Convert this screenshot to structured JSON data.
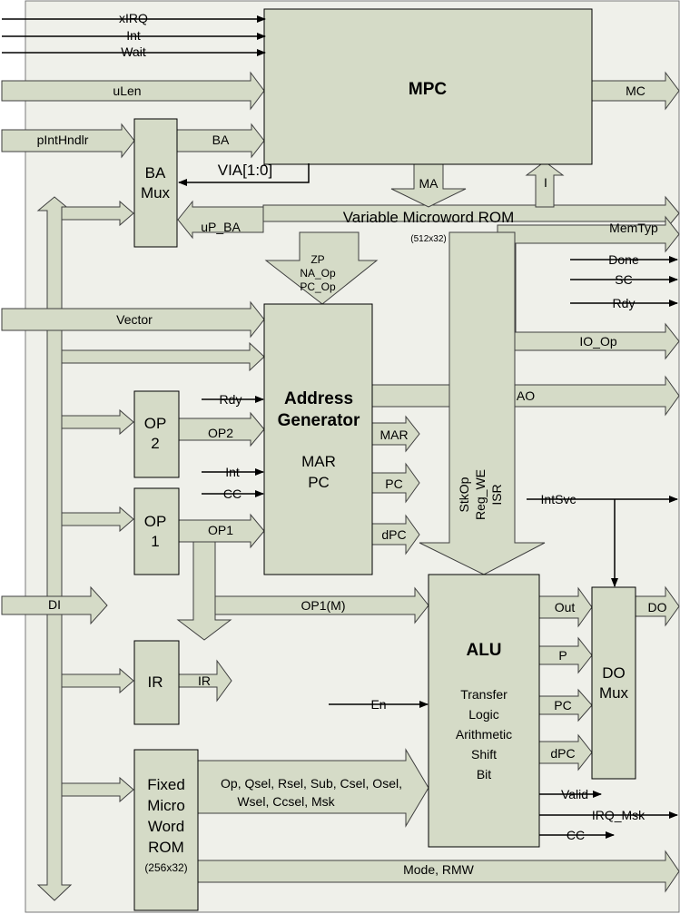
{
  "blocks": {
    "mpc": "MPC",
    "ba_mux": [
      "BA",
      "Mux"
    ],
    "rom_title": "Variable Microword ROM",
    "rom_size": "(512x32)",
    "addr_gen": [
      "Address",
      "Generator"
    ],
    "addr_regs": [
      "MAR",
      "PC"
    ],
    "op2": [
      "OP",
      "2"
    ],
    "op1": [
      "OP",
      "1"
    ],
    "ir": "IR",
    "fixed_rom": [
      "Fixed",
      "Micro",
      "Word",
      "ROM"
    ],
    "fixed_rom_size": "(256x32)",
    "alu": "ALU",
    "alu_funcs": [
      "Transfer",
      "Logic",
      "Arithmetic",
      "Shift",
      "Bit"
    ],
    "do_mux": [
      "DO",
      "Mux"
    ]
  },
  "signals": {
    "xirq": "xIRQ",
    "int": "Int",
    "wait": "Wait",
    "ulen": "uLen",
    "mc": "MC",
    "pinthndlr": "pIntHndlr",
    "ba": "BA",
    "via": "VIA[1:0]",
    "ma": "MA",
    "i": "I",
    "up_ba": "uP_BA",
    "memtyp": "MemTyp",
    "zp_lines": [
      "ZP",
      "NA_Op",
      "PC_Op"
    ],
    "done": "Done",
    "sc": "SC",
    "rdy": "Rdy",
    "vector": "Vector",
    "io_op": "IO_Op",
    "rdy2": "Rdy",
    "ao": "AO",
    "op2_out": "OP2",
    "mar": "MAR",
    "int2": "Int",
    "pc": "PC",
    "cc": "CC",
    "op1_out": "OP1",
    "dpc": "dPC",
    "alu_ctrl": [
      "StkOp",
      "Reg_WE",
      "ISR"
    ],
    "intsvc": "IntSvc",
    "di": "DI",
    "op1m": "OP1(M)",
    "out": "Out",
    "do": "DO",
    "ir_out": "IR",
    "p": "P",
    "en": "En",
    "pc2": "PC",
    "dpc2": "dPC",
    "ctrl_line1": "Op, Qsel, Rsel, Sub, Csel, Osel,",
    "ctrl_line2": "Wsel, Ccsel, Msk",
    "valid": "Valid",
    "irq_msk": "IRQ_Msk",
    "cc2": "CC",
    "mode_rmw": "Mode, RMW"
  }
}
